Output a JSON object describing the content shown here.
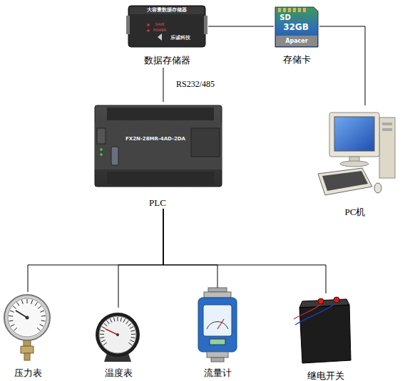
{
  "diagram": {
    "nodes": [
      {
        "text": [
          "数据存储器"
        ]
      },
      {
        "text": [
          "存储卡"
        ]
      },
      {
        "text": [
          "PLC"
        ]
      },
      {
        "text": [
          "PC机"
        ]
      },
      {
        "text": [
          "压力表"
        ]
      },
      {
        "text": [
          "温度表"
        ]
      },
      {
        "text": [
          "流量计"
        ]
      },
      {
        "text": [
          "继电开关"
        ]
      }
    ],
    "edges": [
      {
        "from": 0,
        "to": 1,
        "arrow": "none"
      },
      {
        "from": 1,
        "to": 3,
        "arrow": "none"
      },
      {
        "from": 0,
        "to": 2,
        "label": "RS232/485",
        "arrow": "none"
      },
      {
        "from": 2,
        "to": 4,
        "arrow": "none"
      },
      {
        "from": 2,
        "to": 5,
        "arrow": "none"
      },
      {
        "from": 2,
        "to": 6,
        "arrow": "none"
      },
      {
        "from": 2,
        "to": 7,
        "arrow": "none"
      }
    ],
    "labels": [
      "大容量数据存储器",
      "SAVE",
      "POWER",
      "乐诚科技",
      "SD",
      "32GB",
      "Apacer",
      "FX2N-28MR-4AD-2DA"
    ]
  }
}
